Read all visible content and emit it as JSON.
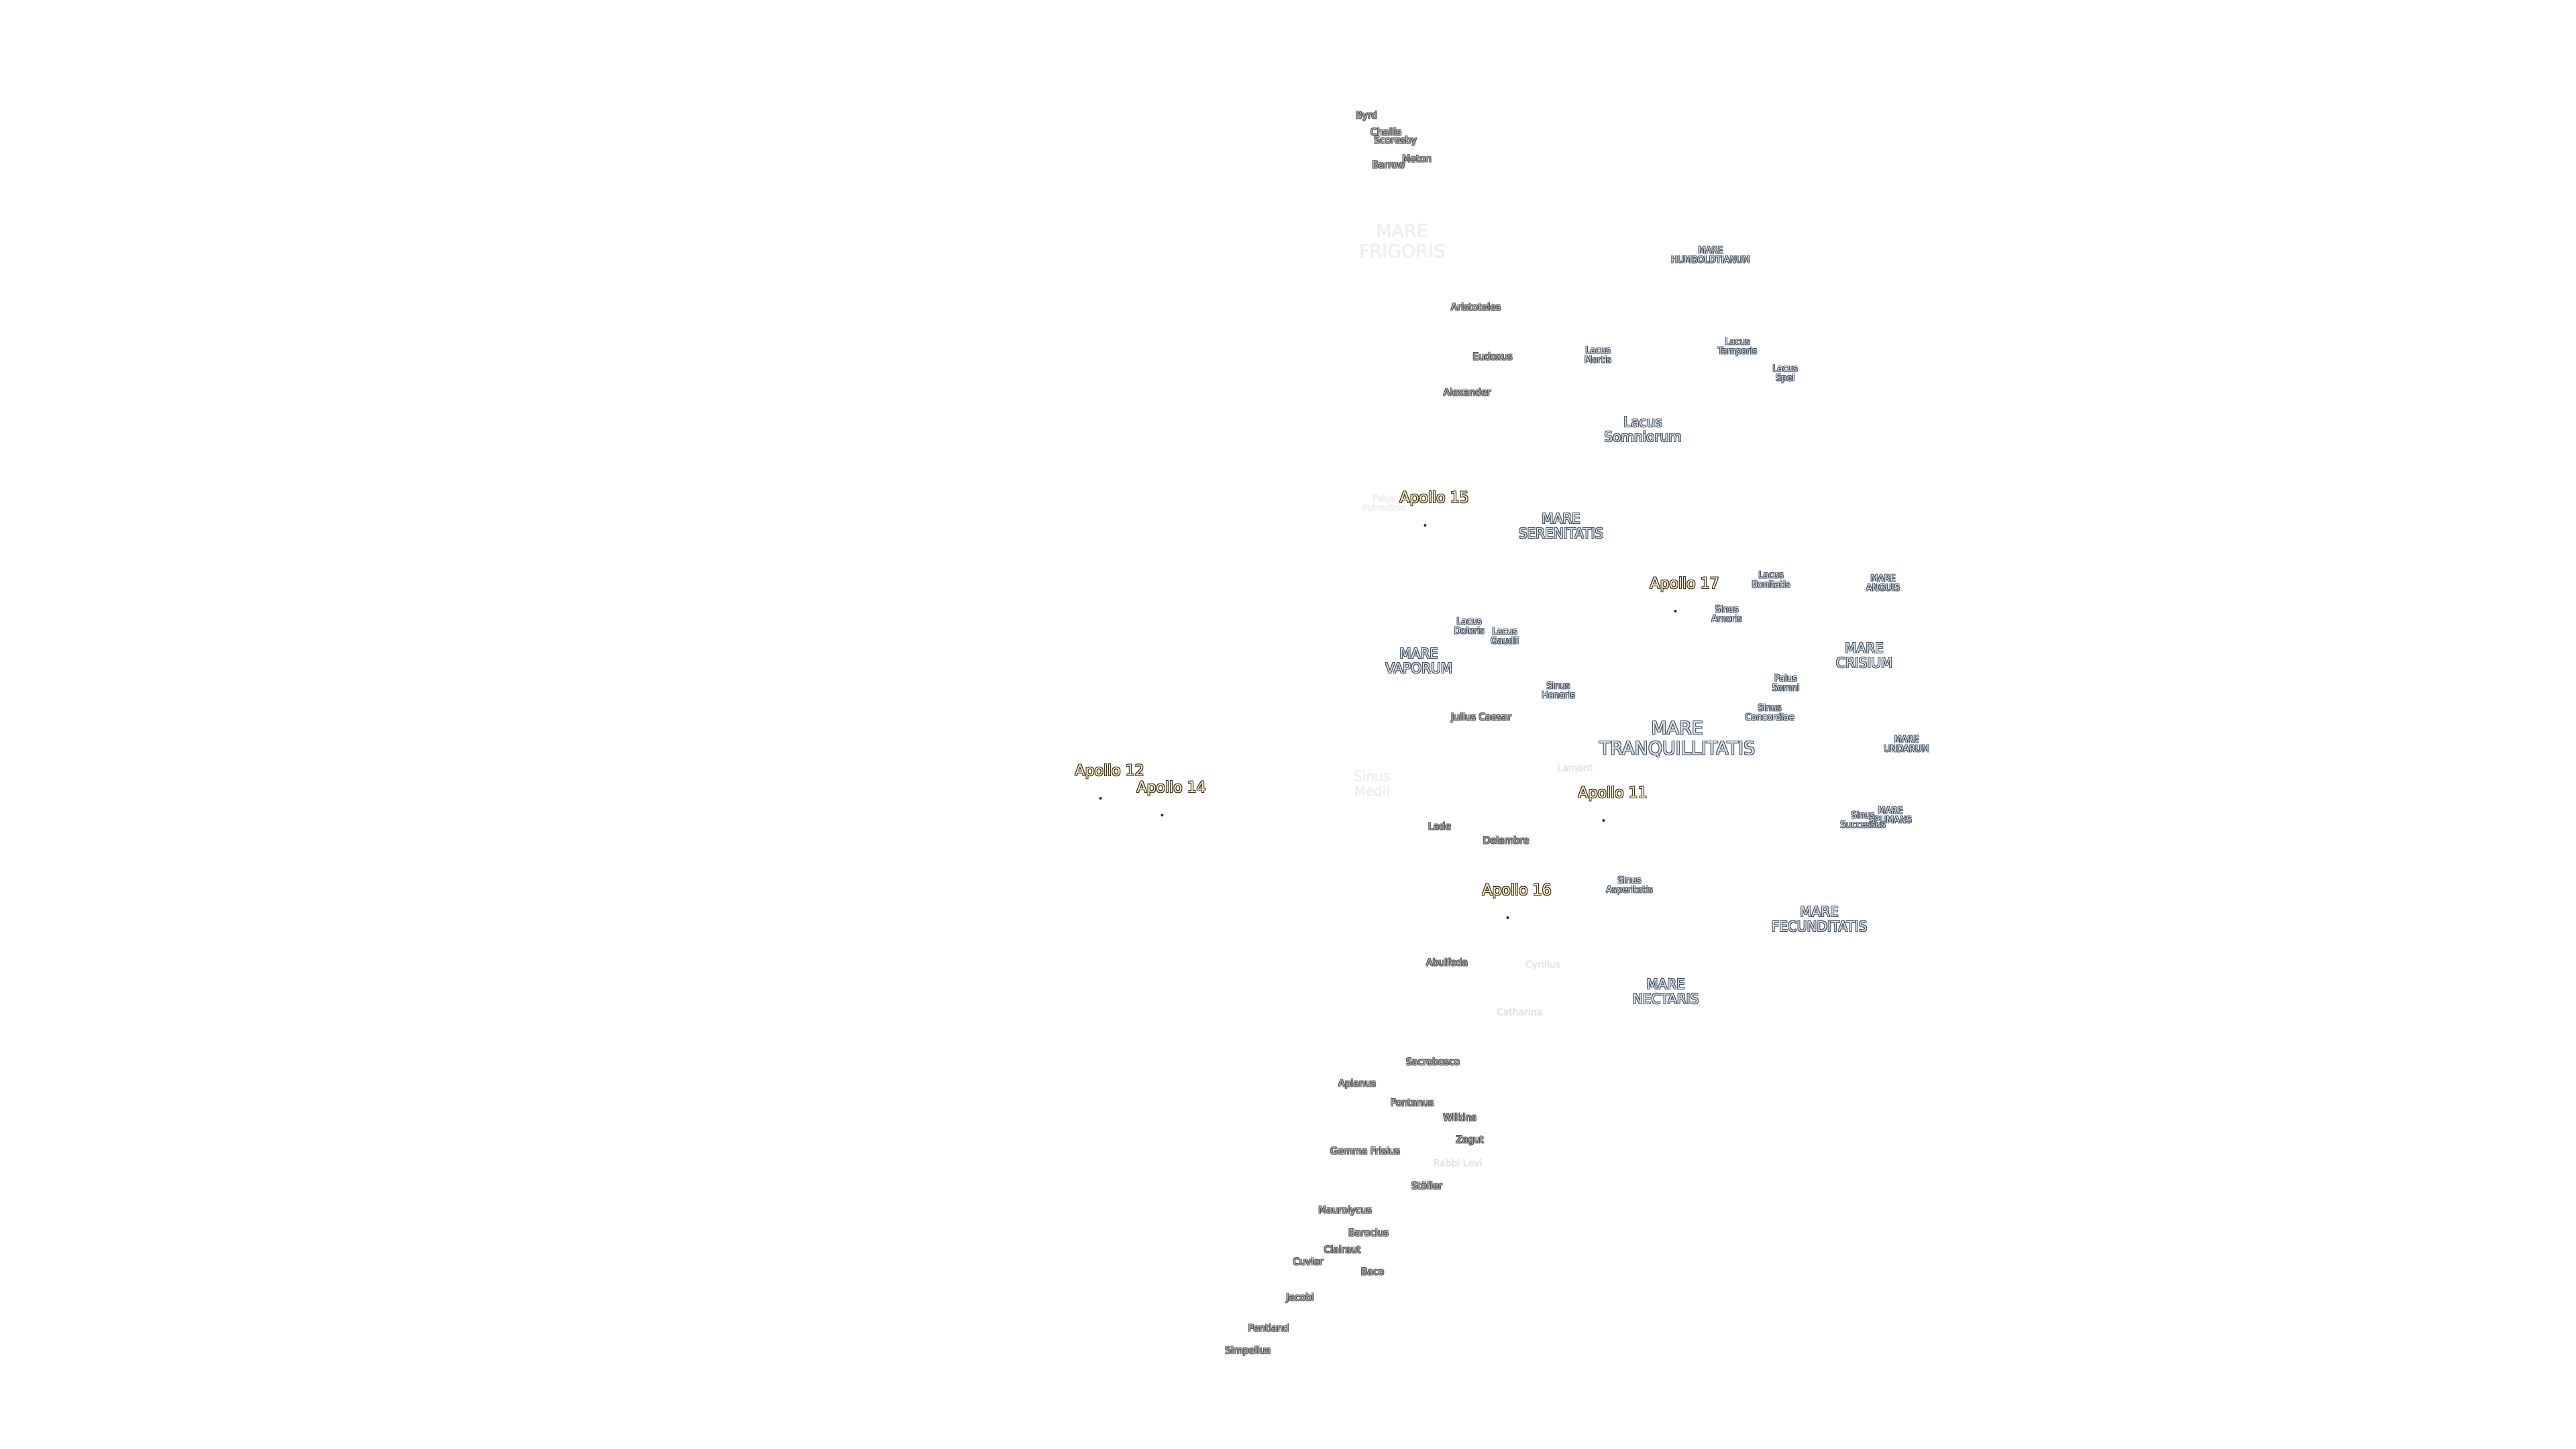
{
  "map": {
    "background_color": "#ffffff",
    "apollo_sites": [
      {
        "id": "apollo-11",
        "label": "Apollo 11"
      },
      {
        "id": "apollo-12",
        "label": "Apollo 12"
      },
      {
        "id": "apollo-14",
        "label": "Apollo 14"
      },
      {
        "id": "apollo-15",
        "label": "Apollo 15"
      },
      {
        "id": "apollo-16",
        "label": "Apollo 16"
      },
      {
        "id": "apollo-17",
        "label": "Apollo 17"
      }
    ],
    "seas": [
      {
        "id": "mare-frigoris",
        "label": "MARE\nFRIGORIS"
      },
      {
        "id": "mare-humboldtianum",
        "label": "MARE\nHUMBOLDTIANUM"
      },
      {
        "id": "lacus-mortis",
        "label": "Lacus\nMortis"
      },
      {
        "id": "lacus-temporis",
        "label": "Lacus\nTemporis"
      },
      {
        "id": "lacus-spei",
        "label": "Lacus\nSpei"
      },
      {
        "id": "lacus-somniorum",
        "label": "Lacus\nSomniorum"
      },
      {
        "id": "mare-serenitatis",
        "label": "MARE\nSERENITATIS"
      },
      {
        "id": "lacus-bonitatis",
        "label": "Lacus\nBonitatis"
      },
      {
        "id": "mare-anguis",
        "label": "MARE\nANGUIS"
      },
      {
        "id": "sinus-amoris",
        "label": "Sinus\nAmoris"
      },
      {
        "id": "mare-crisium",
        "label": "MARE\nCRISIUM"
      },
      {
        "id": "palus-somni",
        "label": "Palus\nSomni"
      },
      {
        "id": "sinus-concordiae",
        "label": "Sinus\nConcordiae"
      },
      {
        "id": "mare-tranquillitatis",
        "label": "MARE\nTRANQUILLITATIS"
      },
      {
        "id": "mare-undarum",
        "label": "MARE\nUNDARUM"
      },
      {
        "id": "mare-spumans",
        "label": "MARE\nSPUMANS"
      },
      {
        "id": "sinus-successus",
        "label": "Sinus\nSuccessus"
      },
      {
        "id": "mare-vaporum",
        "label": "MARE\nVAPORUM"
      },
      {
        "id": "lacus-doloris",
        "label": "Lacus\nDoloris"
      },
      {
        "id": "lacus-gaudii",
        "label": "Lacus\nGaudii"
      },
      {
        "id": "sinus-honoris",
        "label": "Sinus\nHonoris"
      },
      {
        "id": "sinus-asperitatis",
        "label": "Sinus\nAsperitatis"
      },
      {
        "id": "mare-fecunditatis",
        "label": "MARE\nFECUNDITATIS"
      },
      {
        "id": "mare-nectaris",
        "label": "MARE\nNECTARIS"
      },
      {
        "id": "sinus-medii",
        "label": "Sinus\nMedii"
      },
      {
        "id": "palus-putredinis",
        "label": "Palus\nPutredinis"
      }
    ],
    "craters": [
      {
        "id": "byrd",
        "label": "Byrd"
      },
      {
        "id": "challis",
        "label": "Challis"
      },
      {
        "id": "scoresby",
        "label": "Scoresby"
      },
      {
        "id": "meton",
        "label": "Meton"
      },
      {
        "id": "barrow",
        "label": "Barrow"
      },
      {
        "id": "aristoteles",
        "label": "Aristoteles"
      },
      {
        "id": "eudoxus",
        "label": "Eudoxus"
      },
      {
        "id": "alexander",
        "label": "Alexander"
      },
      {
        "id": "julius-caesar",
        "label": "Julius Caesar"
      },
      {
        "id": "lamont",
        "label": "Lamont"
      },
      {
        "id": "lade",
        "label": "Lade"
      },
      {
        "id": "delambre",
        "label": "Delambre"
      },
      {
        "id": "abulfeda",
        "label": "Abulfeda"
      },
      {
        "id": "cyrillus",
        "label": "Cyrillus"
      },
      {
        "id": "catharina",
        "label": "Catharina"
      },
      {
        "id": "sacrobosco",
        "label": "Sacrobosco"
      },
      {
        "id": "apianus",
        "label": "Apianus"
      },
      {
        "id": "pontanus",
        "label": "Pontanus"
      },
      {
        "id": "wilkins",
        "label": "Wilkins"
      },
      {
        "id": "zagut",
        "label": "Zagut"
      },
      {
        "id": "gemma-frisius",
        "label": "Gemma Frisius"
      },
      {
        "id": "rabbi-levi",
        "label": "Rabbi Levi"
      },
      {
        "id": "stoefler",
        "label": "Stöfler"
      },
      {
        "id": "maurolycus",
        "label": "Maurolycus"
      },
      {
        "id": "barocius",
        "label": "Barocius"
      },
      {
        "id": "clairaut",
        "label": "Clairaut"
      },
      {
        "id": "cuvier",
        "label": "Cuvier"
      },
      {
        "id": "baco",
        "label": "Baco"
      },
      {
        "id": "jacobi",
        "label": "Jacobi"
      },
      {
        "id": "pentland",
        "label": "Pentland"
      },
      {
        "id": "simpelius",
        "label": "Simpelius"
      }
    ]
  }
}
